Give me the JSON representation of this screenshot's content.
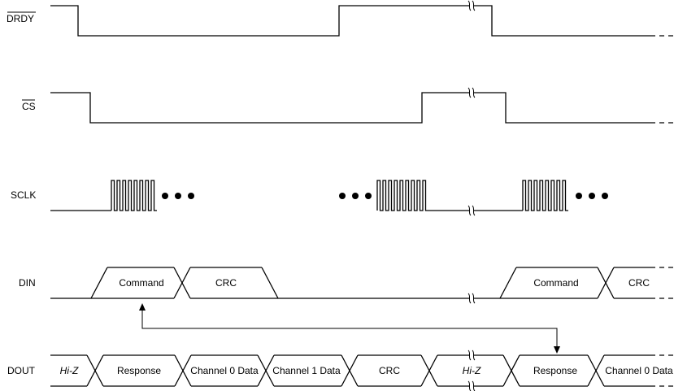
{
  "signals": {
    "drdy": "DRDY",
    "cs": "CS",
    "sclk": "SCLK",
    "din": "DIN",
    "dout": "DOUT"
  },
  "din_fields": [
    "Command",
    "CRC",
    "Command",
    "CRC"
  ],
  "dout_fields": [
    "Hi-Z",
    "Response",
    "Channel 0 Data",
    "Channel 1 Data",
    "CRC",
    "Hi-Z",
    "Response",
    "Channel 0 Data"
  ]
}
